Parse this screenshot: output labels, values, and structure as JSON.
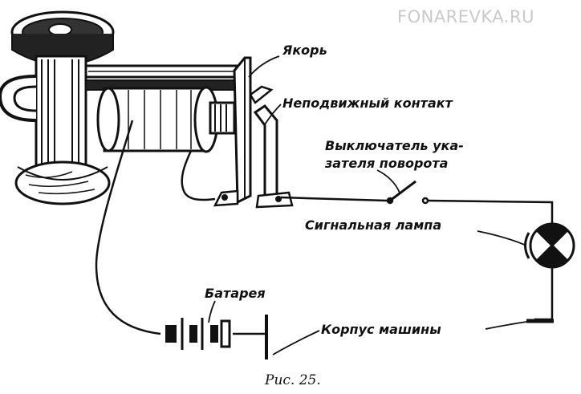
{
  "watermark": "FONAREVKA.RU",
  "caption": "Рис. 25.",
  "labels": {
    "anchor": "Якорь",
    "fixed_contact": "Неподвижный контакт",
    "switch_line1": "Выключатель ука-",
    "switch_line2": "зателя поворота",
    "signal_lamp": "Сигнальная лампа",
    "battery": "Батарея",
    "chassis": "Корпус машины"
  },
  "colors": {
    "ink": "#111111",
    "paper": "#ffffff",
    "watermark": "#c9c9c9"
  }
}
